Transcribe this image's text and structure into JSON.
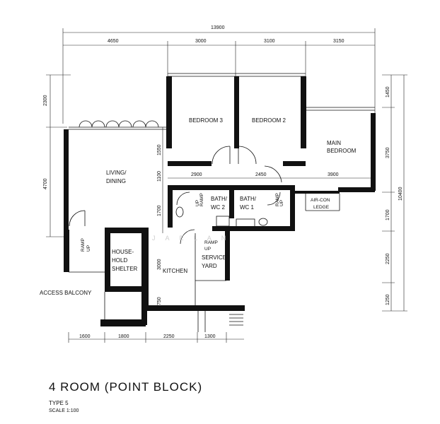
{
  "title": "4 ROOM (POINT BLOCK)",
  "type_label": "TYPE 5",
  "scale_label": "SCALE 1:100",
  "dims": {
    "top_total": "13900",
    "top": [
      "4650",
      "3000",
      "3100",
      "3150"
    ],
    "left": [
      "2300",
      "4700"
    ],
    "right_small": [
      "1450",
      "3750",
      "1700",
      "2250",
      "1250"
    ],
    "right_total": "10400",
    "bottom": [
      "1600",
      "1800",
      "2250",
      "1300"
    ],
    "inner_mid": [
      "2900",
      "2450",
      "3900"
    ],
    "inner_vert": [
      "1550",
      "1100",
      "1700"
    ],
    "shelter_dims": [
      "3000",
      "750"
    ]
  },
  "rooms": {
    "bedroom3": "BEDROOM 3",
    "bedroom2": "BEDROOM 2",
    "main_bedroom_1": "MAIN",
    "main_bedroom_2": "BEDROOM",
    "living_1": "LIVING/",
    "living_2": "DINING",
    "bath2_1": "BATH/",
    "bath2_2": "WC 2",
    "bath1_1": "BATH/",
    "bath1_2": "WC 1",
    "aircon_1": "AIR-CON",
    "aircon_2": "LEDGE",
    "shelter_1": "HOUSE-",
    "shelter_2": "HOLD",
    "shelter_3": "SHELTER",
    "kitchen": "KITCHEN",
    "service_1": "RAMP",
    "service_2": "UP",
    "service_3": "SERVICE",
    "service_4": "YARD",
    "access_balcony": "ACCESS BALCONY"
  },
  "ramps": {
    "ramp_word": "RAMP",
    "up_word": "UP",
    "ramp_up_short": "UP"
  },
  "watermark": "J A E  L A N"
}
